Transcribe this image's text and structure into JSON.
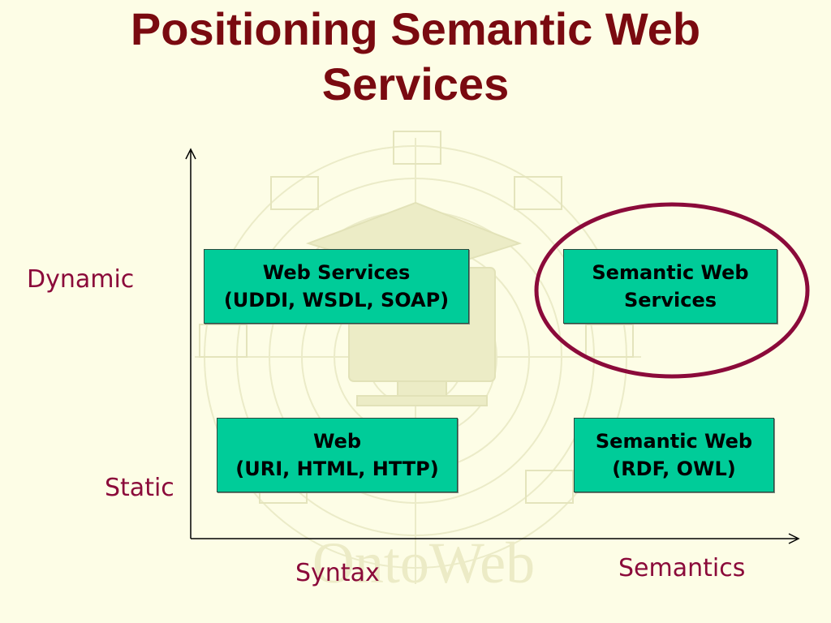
{
  "title": {
    "line1": "Positioning Semantic Web",
    "line2": "Services"
  },
  "watermark_text": "OntoWeb",
  "boxes": {
    "web_services": {
      "line1": "Web Services",
      "line2": "(UDDI, WSDL, SOAP)"
    },
    "semantic_web_services": {
      "line1": "Semantic Web",
      "line2": "Services"
    },
    "web": {
      "line1": "Web",
      "line2": "(URI, HTML, HTTP)"
    },
    "semantic_web": {
      "line1": "Semantic Web",
      "line2": "(RDF, OWL)"
    }
  },
  "axis_labels": {
    "dynamic": "Dynamic",
    "static": "Static",
    "syntax": "Syntax",
    "semantics": "Semantics"
  },
  "colors": {
    "title": "#7a0a10",
    "box_fill": "#00cc99",
    "axis_label": "#8b0a3a",
    "highlight_ellipse": "#8b0a3a",
    "background": "#fdfde6"
  }
}
